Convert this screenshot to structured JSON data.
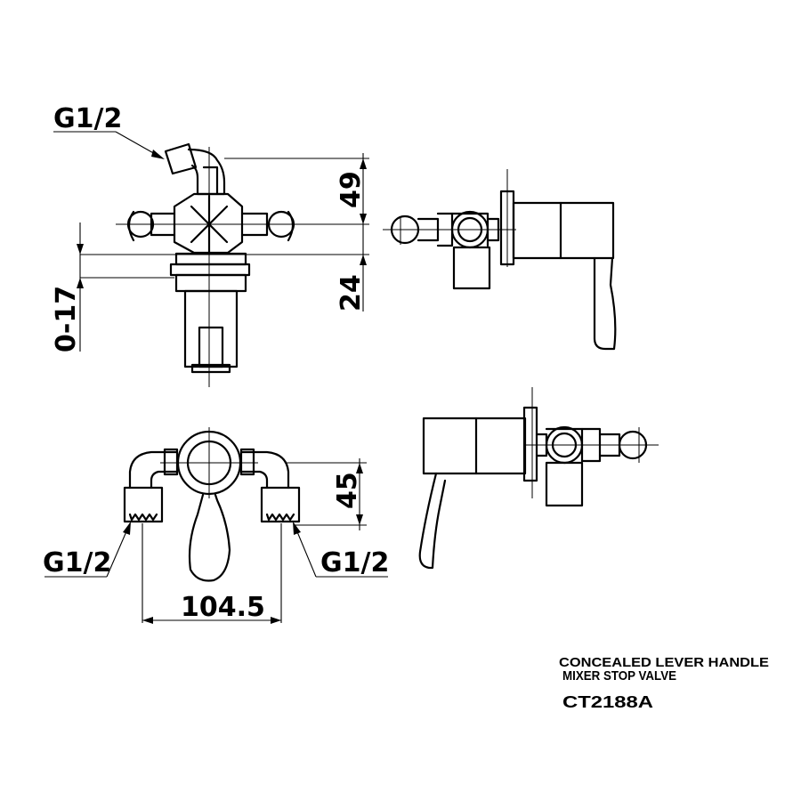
{
  "dimensions": {
    "top_inlet": "G1/2",
    "height_upper": "49",
    "height_lower": "24",
    "adjust_range": "0-17",
    "side_height": "45",
    "inlet_spacing": "104.5",
    "bottom_inlet_left": "G1/2",
    "bottom_inlet_right": "G1/2"
  },
  "title": {
    "line1": "CONCEALED LEVER HANDLE",
    "line2": "MIXER STOP VALVE",
    "model": "CT2188A"
  }
}
